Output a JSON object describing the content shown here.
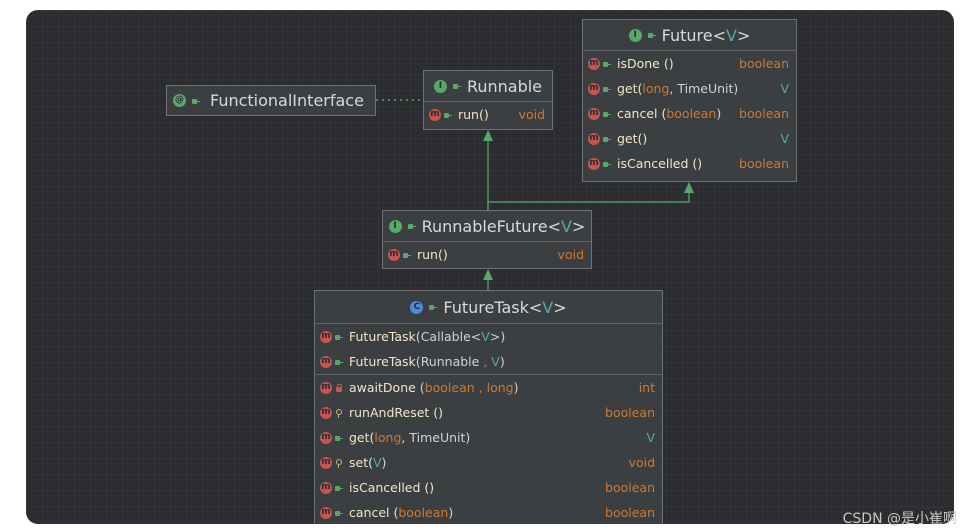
{
  "nodes": {
    "functional_interface": {
      "name": "FunctionalInterface",
      "kind": "annotation"
    },
    "runnable": {
      "name": "Runnable",
      "kind": "interface",
      "methods": [
        {
          "name": "run()",
          "ret": "void"
        }
      ]
    },
    "future": {
      "name": "Future",
      "type_param": "V",
      "kind": "interface",
      "methods": [
        {
          "name": "isDone ()",
          "ret": "boolean"
        },
        {
          "name": "get(",
          "params": [
            "long",
            "TimeUnit"
          ],
          "close": ")",
          "ret": "V"
        },
        {
          "name": "cancel (",
          "params": [
            "boolean"
          ],
          "close": ")",
          "ret": "boolean"
        },
        {
          "name": "get()",
          "ret": "V"
        },
        {
          "name": "isCancelled ()",
          "ret": "boolean"
        }
      ]
    },
    "runnable_future": {
      "name": "RunnableFuture",
      "type_param": "V",
      "kind": "interface",
      "methods": [
        {
          "name": "run()",
          "ret": "void"
        }
      ]
    },
    "future_task": {
      "name": "FutureTask",
      "type_param": "V",
      "kind": "class",
      "constructors": [
        {
          "name": "FutureTask",
          "params": "Callable",
          "param_generic": "V"
        },
        {
          "name": "FutureTask",
          "params": "Runnable",
          "param2": "V"
        }
      ],
      "methods": [
        {
          "vis": "private",
          "name": "awaitDone",
          "p1": "boolean",
          "p2": "long",
          "ret": "int"
        },
        {
          "vis": "protected",
          "name": "runAndReset ()",
          "ret": "boolean"
        },
        {
          "vis": "public",
          "name": "get(",
          "p1": "long",
          "p2": "TimeUnit",
          "ret": "V"
        },
        {
          "vis": "protected",
          "name": "set(",
          "p1": "V",
          "ret": "void"
        },
        {
          "vis": "public",
          "name": "isCancelled ()",
          "ret": "boolean"
        },
        {
          "vis": "public",
          "name": "cancel (",
          "p1": "boolean",
          "ret": "boolean"
        }
      ]
    }
  },
  "labels": {
    "icon_interface": "I",
    "icon_class": "C",
    "icon_annotation": "@",
    "icon_method": "m",
    "lt": "<",
    "gt": ">",
    "comma": ",",
    "open_paren": "(",
    "close_paren": ")"
  },
  "colors": {
    "background": "#2b2d30",
    "node_fill": "#3c3f41",
    "edge": "#59a869",
    "keyword": "#cc7832",
    "type_var": "#56a8a6",
    "method_icon": "#c75450"
  },
  "watermark": "CSDN @是小崔啊"
}
